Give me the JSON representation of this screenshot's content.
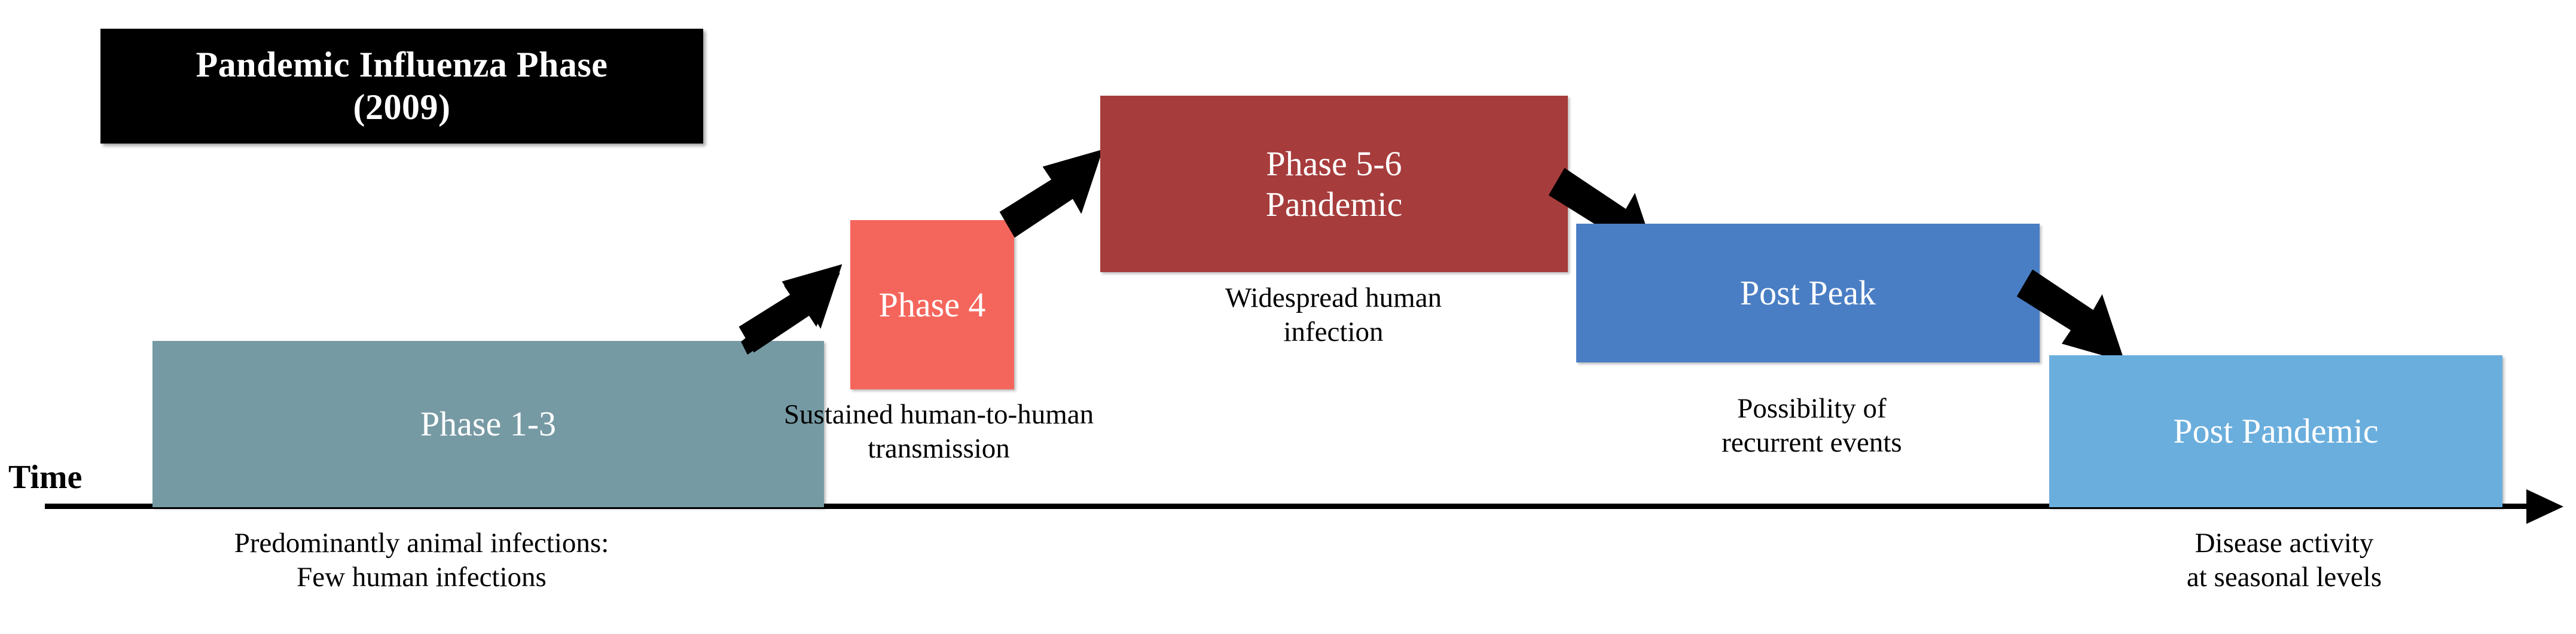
{
  "title": {
    "line1": "Pandemic Influenza Phase",
    "line2": "(2009)"
  },
  "axis": {
    "label": "Time",
    "arrow_icon": "arrow-right-icon"
  },
  "phases": [
    {
      "key": "phase_1_3",
      "label": "Phase 1-3",
      "caption": "Predominantly animal infections:\nFew human infections",
      "color": "#769aa4"
    },
    {
      "key": "phase_4",
      "label": "Phase 4",
      "caption": "Sustained human-to-human\ntransmission",
      "color": "#f4665c"
    },
    {
      "key": "phase_5_6",
      "label": "Phase 5-6\nPandemic",
      "caption": "Widespread  human\ninfection",
      "color": "#a73c3c"
    },
    {
      "key": "post_peak",
      "label": "Post Peak",
      "caption": "Possibility of\nrecurrent events",
      "color": "#4a7ec4"
    },
    {
      "key": "post_pandemic",
      "label": "Post Pandemic",
      "caption": "Disease activity\nat seasonal levels",
      "color": "#6aaedd"
    }
  ],
  "arrows": [
    {
      "key": "arrow_p13_to_p4",
      "icon": "block-arrow-up-right-icon",
      "direction": "up-right"
    },
    {
      "key": "arrow_p4_to_p56",
      "icon": "block-arrow-up-right-icon",
      "direction": "up-right"
    },
    {
      "key": "arrow_p56_to_pp",
      "icon": "block-arrow-down-right-icon",
      "direction": "down-right"
    },
    {
      "key": "arrow_pp_to_ppd",
      "icon": "block-arrow-down-right-icon",
      "direction": "down-right"
    }
  ],
  "chart_data": {
    "type": "bar",
    "title": "Pandemic Influenza Phase (2009)",
    "xlabel": "Time",
    "ylabel": "",
    "grid": false,
    "legend": "none",
    "categories": [
      "Phase 1-3",
      "Phase 4",
      "Phase 5-6 Pandemic",
      "Post Peak",
      "Post Pandemic"
    ],
    "annotations": [
      "Predominantly animal infections: Few human infections",
      "Sustained human-to-human transmission",
      "Widespread human infection",
      "Possibility of recurrent events",
      "Disease activity at seasonal levels"
    ],
    "colors": [
      "#769aa4",
      "#f4665c",
      "#a73c3c",
      "#4a7ec4",
      "#6aaedd"
    ]
  }
}
